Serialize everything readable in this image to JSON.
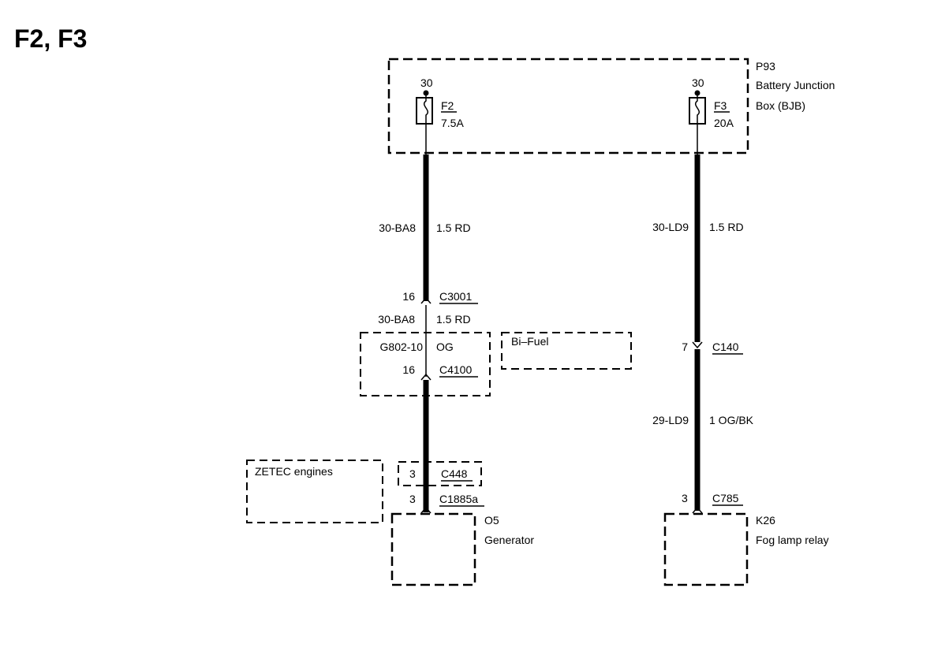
{
  "title": "F2, F3",
  "bjb": {
    "id": "P93",
    "name_line1": "Battery Junction",
    "name_line2": "Box (BJB)"
  },
  "fuse_f2": {
    "pin": "30",
    "name": "F2",
    "rating": "7.5A"
  },
  "fuse_f3": {
    "pin": "30",
    "name": "F3",
    "rating": "20A"
  },
  "left_circuit": {
    "wire1_code": "30-BA8",
    "wire1_spec": "1.5 RD",
    "c3001_pin": "16",
    "c3001_name": "C3001",
    "wire2_code": "30-BA8",
    "wire2_spec": "1.5 RD",
    "bifuel_wire_code": "G802-10",
    "bifuel_wire_color": "OG",
    "c4100_pin": "16",
    "c4100_name": "C4100",
    "bifuel_label": "Bi–Fuel",
    "zetec_label": "ZETEC engines",
    "c448_pin": "3",
    "c448_name": "C448",
    "c1885a_pin": "3",
    "c1885a_name": "C1885a",
    "component_id": "O5",
    "component_name": "Generator"
  },
  "right_circuit": {
    "wire1_code": "30-LD9",
    "wire1_spec": "1.5 RD",
    "c140_pin": "7",
    "c140_name": "C140",
    "wire2_code": "29-LD9",
    "wire2_spec": "1 OG/BK",
    "c785_pin": "3",
    "c785_name": "C785",
    "component_id": "K26",
    "component_name": "Fog lamp relay"
  }
}
